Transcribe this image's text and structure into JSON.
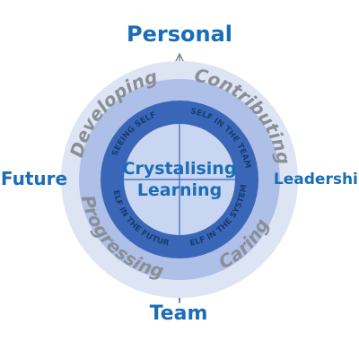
{
  "compass": {
    "top": "Personal",
    "right": "Leadership",
    "bottom": "Team",
    "left": "Future"
  },
  "outer_ring": {
    "top_left": "Developing",
    "top_right": "Contributing",
    "bottom_left": "Progressing",
    "bottom_right": "Caring"
  },
  "inner_ring": {
    "top_left": "SEEING SELF",
    "top_right": "SELF IN THE TEAM",
    "bottom_right": "SELF IN THE SYSTEM",
    "bottom_left": "SELF IN THE FUTURE"
  },
  "center": {
    "line1": "Crystalising",
    "line2": "Learning"
  },
  "colors": {
    "text_blue": "#1b6db5",
    "dark_navy": "#173d6e",
    "outer_disc": "#dde4f3",
    "middle_ring": "#aebfe8",
    "inner_band": "#3a66b8",
    "center_disc": "#c9d6f2",
    "ring_text_gray": "#8a8f96",
    "pointer_gray": "#6f7a8e"
  }
}
